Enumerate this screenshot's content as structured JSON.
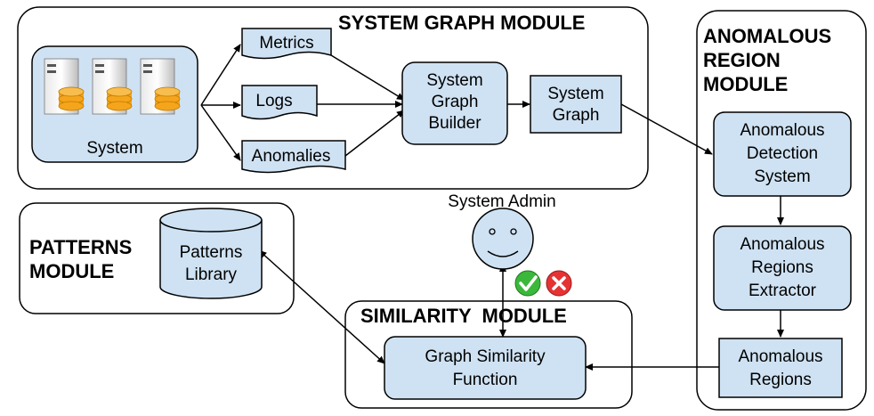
{
  "modules": {
    "system_graph": "SYSTEM GRAPH MODULE",
    "anomalous_region": [
      "ANOMALOUS",
      "REGION",
      "MODULE"
    ],
    "patterns": [
      "PATTERNS",
      "MODULE"
    ],
    "similarity": "SIMILARITY  MODULE"
  },
  "nodes": {
    "system": "System",
    "metrics": "Metrics",
    "logs": "Logs",
    "anomalies": "Anomalies",
    "builder": [
      "System",
      "Graph",
      "Builder"
    ],
    "system_graph": [
      "System",
      "Graph"
    ],
    "detection": [
      "Anomalous",
      "Detection",
      "System"
    ],
    "extractor": [
      "Anomalous",
      "Regions",
      "Extractor"
    ],
    "regions": [
      "Anomalous",
      "Regions"
    ],
    "similarity_fn": [
      "Graph Similarity",
      "Function"
    ],
    "library": [
      "Patterns",
      "Library"
    ],
    "admin": "System Admin"
  },
  "colors": {
    "box_fill": "#cfe2f3",
    "disk": "#f4a51c",
    "accept": "#3bb83b",
    "reject": "#e53333"
  },
  "icons": [
    "server-icon",
    "smiley-face-icon",
    "checkmark-icon",
    "cross-icon"
  ]
}
